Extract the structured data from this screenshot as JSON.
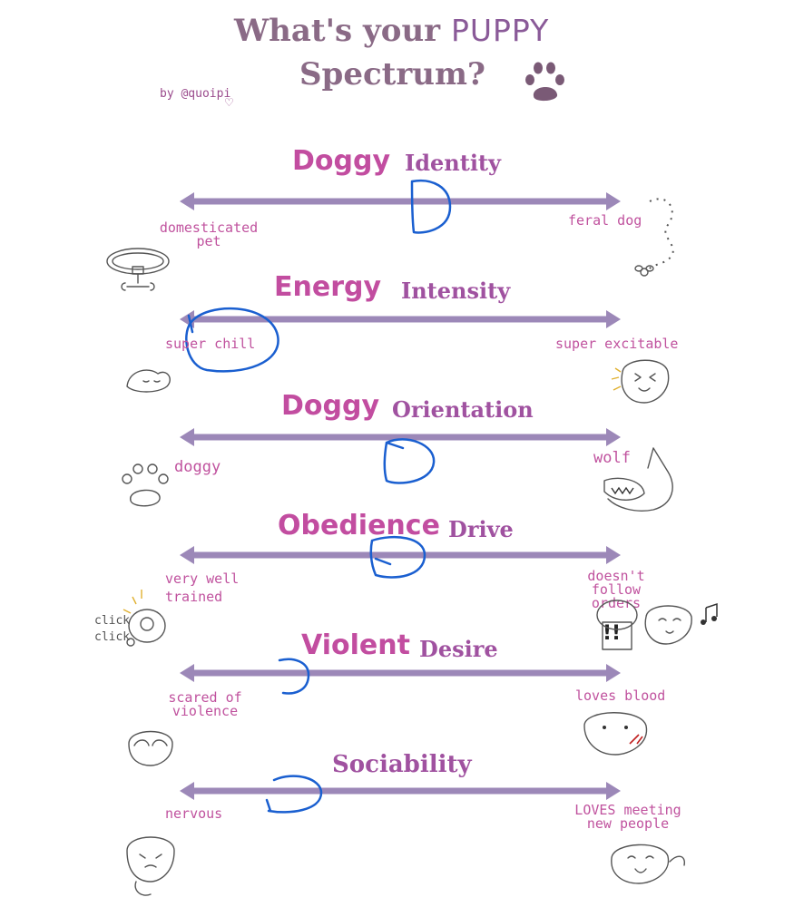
{
  "title": {
    "line1": "What's your",
    "line1_hand": "PUPPY",
    "line2": "Spectrum?"
  },
  "credit": "by @quoipi",
  "sections": [
    {
      "word1": "Doggy",
      "word2": "Identity",
      "left": "domesticated pet",
      "right": "feral dog"
    },
    {
      "word1": "Energy",
      "word2": "Intensity",
      "left": "super chill",
      "right": "super excitable"
    },
    {
      "word1": "Doggy",
      "word2": "Orientation",
      "left": "doggy",
      "right": "wolf"
    },
    {
      "word1": "Obedience",
      "word2": "Drive",
      "left": "very well trained",
      "right": "doesn't follow orders"
    },
    {
      "word1": "Violent",
      "word2": "Desire",
      "left": "scared of violence",
      "right": "loves blood"
    },
    {
      "word1": "Sociability",
      "word2": "",
      "left": "nervous",
      "right": "LOVES meeting new people"
    }
  ],
  "extras": {
    "click_text": "click click",
    "exclaim": "!!"
  },
  "colors": {
    "arrow": "#9c88b8",
    "marker": "#1a5fd0",
    "section_title": "#c24da0",
    "label": "#c0529e"
  }
}
